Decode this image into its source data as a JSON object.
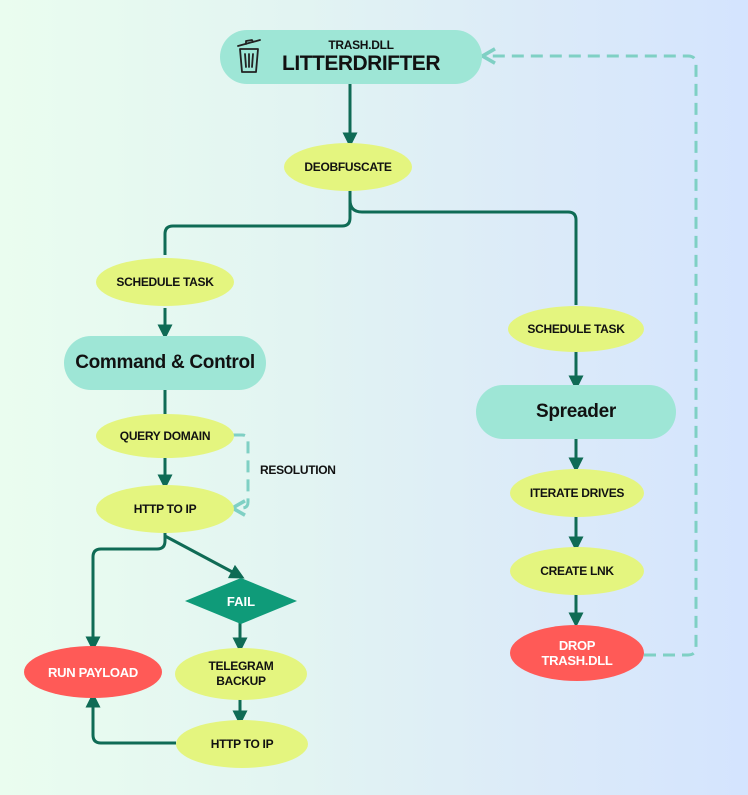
{
  "diagram": {
    "root": {
      "subtitle": "TRASH.DLL",
      "title": "LITTERDRIFTER",
      "icon": "trash-can-icon"
    },
    "deobfuscate": "DEOBFUSCATE",
    "left_branch": {
      "schedule_task": "SCHEDULE TASK",
      "module": "Command & Control",
      "query_domain": "QUERY DOMAIN",
      "resolution_label": "RESOLUTION",
      "http_to_ip": "HTTP TO IP",
      "fail": "FAIL",
      "telegram_backup_line1": "TELEGRAM",
      "telegram_backup_line2": "BACKUP",
      "http_to_ip_2": "HTTP TO IP",
      "run_payload": "RUN PAYLOAD"
    },
    "right_branch": {
      "schedule_task": "SCHEDULE TASK",
      "module": "Spreader",
      "iterate_drives": "ITERATE DRIVES",
      "create_lnk": "CREATE LNK",
      "drop_line1": "DROP",
      "drop_line2": "TRASH.DLL"
    },
    "colors": {
      "edge": "#0f6b55",
      "dashed_edge": "#7fd0c4",
      "ellipse": "#e4f57f",
      "module": "#9ee6d6",
      "terminal": "#ff5a57",
      "decision": "#0f9b79"
    }
  }
}
